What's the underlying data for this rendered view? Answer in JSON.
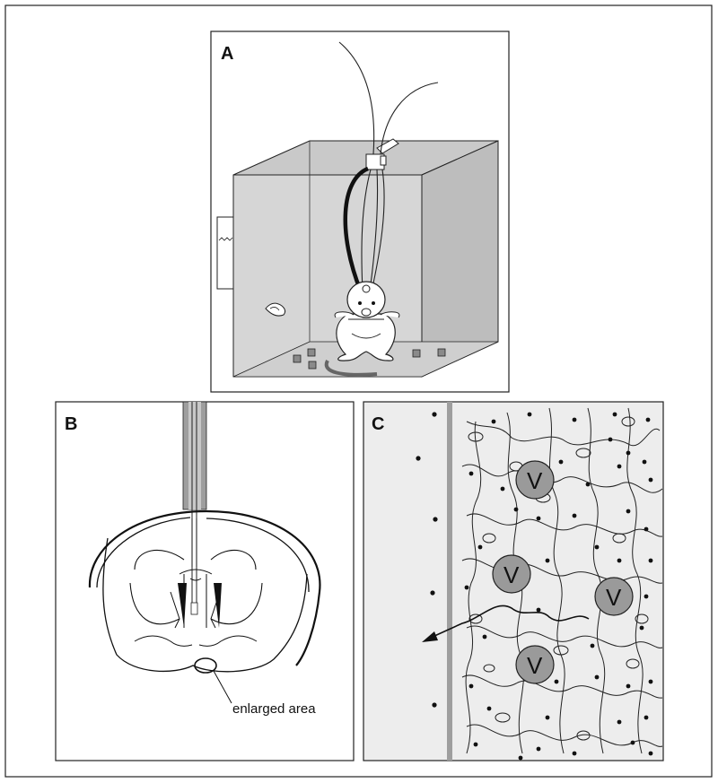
{
  "panels": {
    "a": {
      "letter": "A"
    },
    "b": {
      "letter": "B",
      "annotation": "enlarged area"
    },
    "c": {
      "letter": "C",
      "vessel_label": "V"
    }
  },
  "colors": {
    "border": "#222222",
    "box_fill": "#d6d6d6",
    "panel_c_bg": "#ededed",
    "vessel_fill": "#9a9a9a",
    "probe_gray": "#9e9e9e"
  },
  "icons": [
    "cube-cage-icon",
    "rat-icon",
    "probe-icon",
    "water-bottle-icon",
    "tubing-icon",
    "brain-section-icon",
    "vessel-icon",
    "cell-network-icon",
    "arrow-icon"
  ]
}
